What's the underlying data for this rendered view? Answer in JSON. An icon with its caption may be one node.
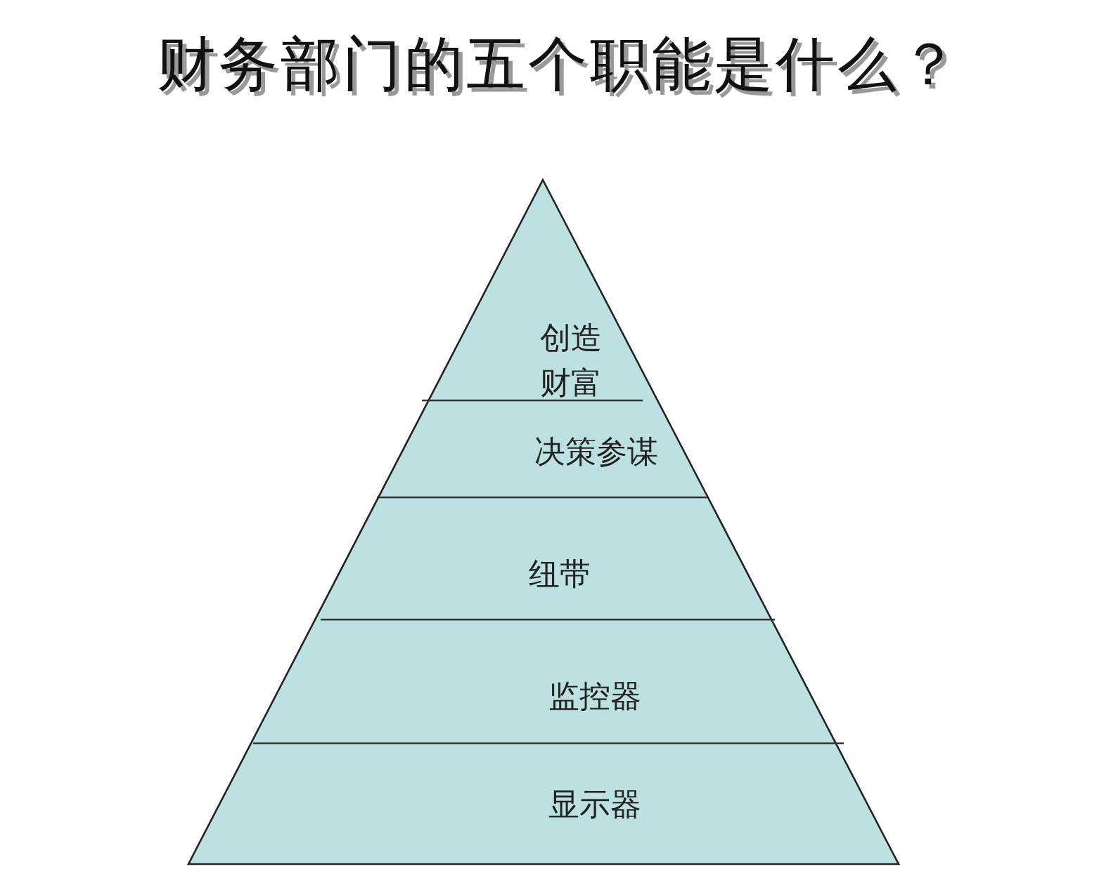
{
  "diagram": {
    "title": "财务部门的五个职能是什么？",
    "nodes": [
      {
        "text": [
          "创造财富"
        ]
      },
      {
        "text": [
          "决策参谋"
        ]
      },
      {
        "text": [
          "纽带"
        ]
      },
      {
        "text": [
          "监控器"
        ]
      },
      {
        "text": [
          "显示器"
        ]
      }
    ]
  }
}
